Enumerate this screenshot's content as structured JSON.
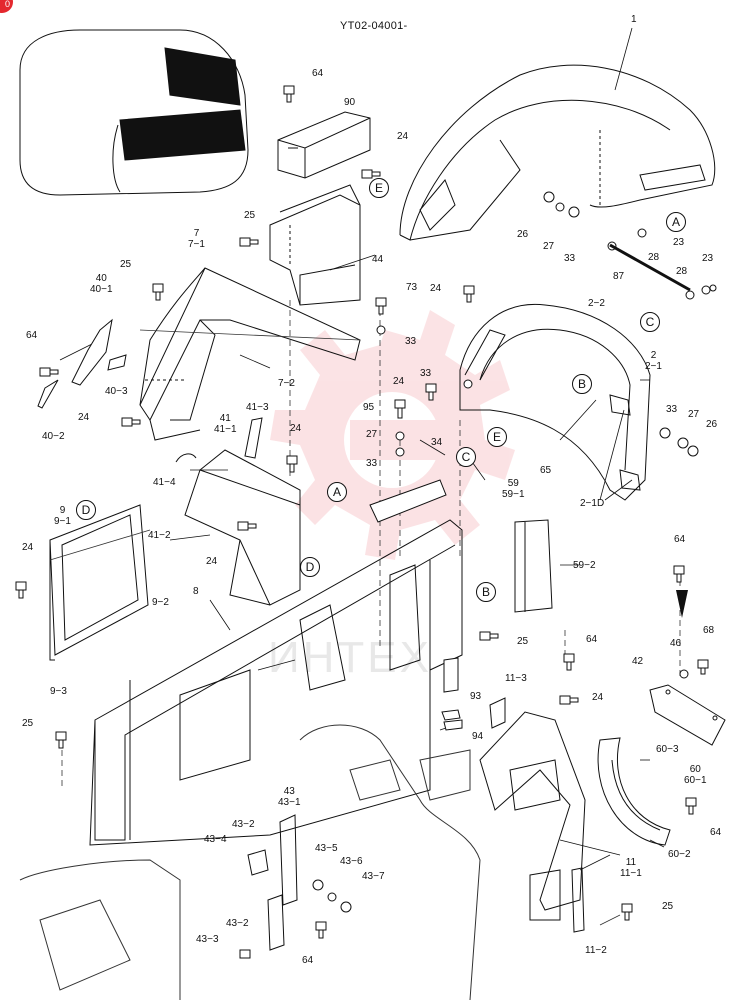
{
  "doc_code": "YT02-04001-",
  "corner_badge": "0",
  "watermark": "ИНТЕХ",
  "callouts": [
    {
      "id": "A1",
      "text": "A"
    },
    {
      "id": "A2",
      "text": "A"
    },
    {
      "id": "B1",
      "text": "B"
    },
    {
      "id": "B2",
      "text": "B"
    },
    {
      "id": "C1",
      "text": "C"
    },
    {
      "id": "C2",
      "text": "C"
    },
    {
      "id": "D1",
      "text": "D"
    },
    {
      "id": "D2",
      "text": "D"
    },
    {
      "id": "E1",
      "text": "E"
    },
    {
      "id": "E2",
      "text": "E"
    }
  ],
  "part_labels": [
    {
      "id": "p1",
      "text": "1"
    },
    {
      "id": "p64a",
      "text": "64"
    },
    {
      "id": "p90",
      "text": "90"
    },
    {
      "id": "p24a",
      "text": "24"
    },
    {
      "id": "p25a",
      "text": "25"
    },
    {
      "id": "p7",
      "text": "7\n7−1"
    },
    {
      "id": "p44",
      "text": "44"
    },
    {
      "id": "p26a",
      "text": "26"
    },
    {
      "id": "p27a",
      "text": "27"
    },
    {
      "id": "p33a",
      "text": "33"
    },
    {
      "id": "p28a",
      "text": "28"
    },
    {
      "id": "p23a",
      "text": "23"
    },
    {
      "id": "p87",
      "text": "87"
    },
    {
      "id": "p28b",
      "text": "28"
    },
    {
      "id": "p23b",
      "text": "23"
    },
    {
      "id": "p25b",
      "text": "25"
    },
    {
      "id": "p40",
      "text": "40\n40−1"
    },
    {
      "id": "p73",
      "text": "73"
    },
    {
      "id": "p24b",
      "text": "24"
    },
    {
      "id": "p22",
      "text": "2−2"
    },
    {
      "id": "p64b",
      "text": "64"
    },
    {
      "id": "p33b",
      "text": "33"
    },
    {
      "id": "p2",
      "text": "2\n2−1"
    },
    {
      "id": "p403",
      "text": "40−3"
    },
    {
      "id": "p72",
      "text": "7−2"
    },
    {
      "id": "p33c",
      "text": "33"
    },
    {
      "id": "p24c",
      "text": "24"
    },
    {
      "id": "p24d",
      "text": "24"
    },
    {
      "id": "p402",
      "text": "40−2"
    },
    {
      "id": "p413",
      "text": "41−3"
    },
    {
      "id": "p95",
      "text": "95"
    },
    {
      "id": "p41",
      "text": "41\n41−1"
    },
    {
      "id": "p27b",
      "text": "27"
    },
    {
      "id": "p33d",
      "text": "33"
    },
    {
      "id": "p27c",
      "text": "27"
    },
    {
      "id": "p26b",
      "text": "26"
    },
    {
      "id": "p24e",
      "text": "24"
    },
    {
      "id": "p34",
      "text": "34"
    },
    {
      "id": "p65",
      "text": "65"
    },
    {
      "id": "p33e",
      "text": "33"
    },
    {
      "id": "p414",
      "text": "41−4"
    },
    {
      "id": "p21d",
      "text": "2−1D"
    },
    {
      "id": "p59",
      "text": "59\n59−1"
    },
    {
      "id": "p9",
      "text": "9\n9−1"
    },
    {
      "id": "p412",
      "text": "41−2"
    },
    {
      "id": "p24f",
      "text": "24"
    },
    {
      "id": "p24g",
      "text": "24"
    },
    {
      "id": "p592",
      "text": "59−2"
    },
    {
      "id": "p64c",
      "text": "64"
    },
    {
      "id": "p8",
      "text": "8"
    },
    {
      "id": "p92",
      "text": "9−2"
    },
    {
      "id": "p25c",
      "text": "25"
    },
    {
      "id": "p64d",
      "text": "64"
    },
    {
      "id": "p46",
      "text": "46"
    },
    {
      "id": "p68",
      "text": "68"
    },
    {
      "id": "p42",
      "text": "42"
    },
    {
      "id": "p93",
      "text": "9−3"
    },
    {
      "id": "p113",
      "text": "11−3"
    },
    {
      "id": "p24h",
      "text": "24"
    },
    {
      "id": "p93b",
      "text": "93"
    },
    {
      "id": "p94",
      "text": "94"
    },
    {
      "id": "p25d",
      "text": "25"
    },
    {
      "id": "p603",
      "text": "60−3"
    },
    {
      "id": "p60",
      "text": "60\n60−1"
    },
    {
      "id": "p43",
      "text": "43\n43−1"
    },
    {
      "id": "p432a",
      "text": "43−2"
    },
    {
      "id": "p434",
      "text": "43−4"
    },
    {
      "id": "p435",
      "text": "43−5"
    },
    {
      "id": "p436",
      "text": "43−6"
    },
    {
      "id": "p437",
      "text": "43−7"
    },
    {
      "id": "p64e",
      "text": "64"
    },
    {
      "id": "p602",
      "text": "60−2"
    },
    {
      "id": "p11",
      "text": "11\n11−1"
    },
    {
      "id": "p432b",
      "text": "43−2"
    },
    {
      "id": "p25e",
      "text": "25"
    },
    {
      "id": "p433",
      "text": "43−3"
    },
    {
      "id": "p64f",
      "text": "64"
    },
    {
      "id": "p112",
      "text": "11−2"
    }
  ]
}
